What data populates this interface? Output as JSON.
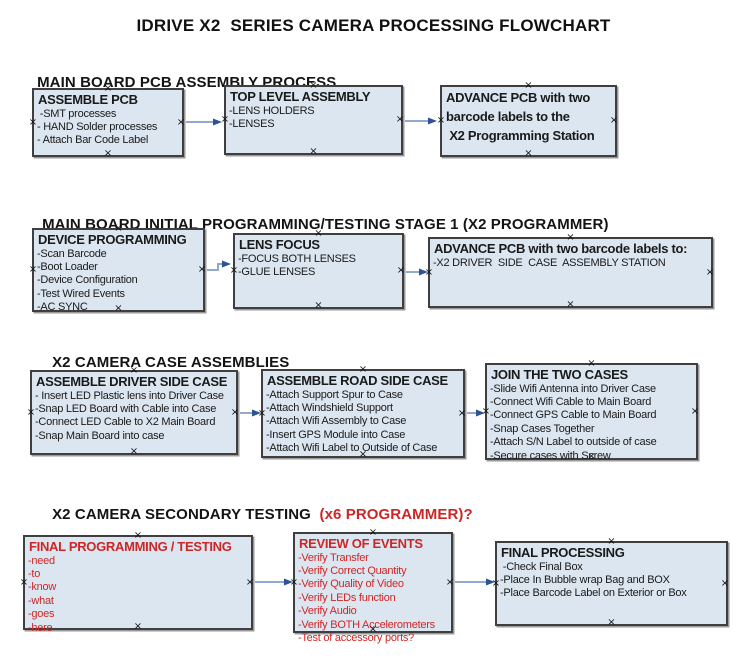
{
  "title": "IDRIVE X2  SERIES CAMERA PROCESSING FLOWCHART",
  "colors": {
    "red": "#cc2727",
    "box-fill": "#dce6f1",
    "box-border": "#3f3f3f",
    "arrow-line": "#92a9cf",
    "arrow-head": "#2e5395"
  },
  "icons": {
    "handle_glyph": "×"
  },
  "sections": [
    {
      "heading": "MAIN BOARD PCB ASSEMBLY PROCESS",
      "boxes": [
        {
          "title": "ASSEMBLE PCB",
          "items": [
            " -SMT processes",
            "- HAND Solder processes",
            "- Attach Bar Code Label"
          ]
        },
        {
          "title": "TOP LEVEL ASSEMBLY",
          "items": [
            "-LENS HOLDERS",
            "-LENSES"
          ]
        },
        {
          "title": "ADVANCE PCB with two\nbarcode labels to the\n X2 Programming Station",
          "items": []
        }
      ]
    },
    {
      "heading": "MAIN BOARD INITIAL PROGRAMMING/TESTING STAGE 1 (X2 PROGRAMMER)",
      "boxes": [
        {
          "title": "DEVICE PROGRAMMING",
          "items": [
            "-Scan Barcode",
            "-Boot Loader",
            "-Device Configuration",
            "-Test Wired Events",
            "-AC SYNC"
          ]
        },
        {
          "title": "LENS FOCUS",
          "items": [
            "-FOCUS BOTH LENSES",
            "-GLUE LENSES"
          ]
        },
        {
          "title": "ADVANCE PCB with two barcode labels to:",
          "items": [
            "-X2 DRIVER  SIDE  CASE  ASSEMBLY STATION"
          ]
        }
      ]
    },
    {
      "heading": "X2 CAMERA CASE ASSEMBLIES",
      "boxes": [
        {
          "title": "ASSEMBLE DRIVER SIDE CASE",
          "items": [
            "- Insert LED Plastic lens into Driver Case",
            "-Snap LED Board with Cable into Case",
            "-Connect LED Cable to X2 Main Board",
            "-Snap Main Board into case"
          ]
        },
        {
          "title": "ASSEMBLE ROAD SIDE CASE",
          "items": [
            "-Attach Support Spur to Case",
            "-Attach Windshield Support",
            "-Attach Wifi Assembly to Case",
            "-Insert GPS Module into Case",
            "-Attach Wifi Label to Outside of Case"
          ]
        },
        {
          "title": "JOIN THE TWO CASES",
          "items": [
            "-Slide Wifi Antenna into Driver Case",
            "-Connect Wifi Cable to Main Board",
            "-Connect GPS Cable to Main Board",
            "-Snap Cases Together",
            "-Attach S/N Label to outside of case",
            "-Secure cases with Screw"
          ]
        }
      ]
    },
    {
      "heading": "X2 CAMERA SECONDARY TESTING  ",
      "heading_red": "(x6 PROGRAMMER)?",
      "boxes": [
        {
          "title": "FINAL PROGRAMMING / TESTING",
          "items": [
            "-need",
            "-to",
            "-know",
            "-what",
            "-goes",
            "-here"
          ]
        },
        {
          "title": "REVIEW OF EVENTS",
          "items": [
            "-Verify Transfer",
            "-Verify Correct Quantity",
            "-Verify Quality of Video",
            "-Verify LEDs function",
            "-Verify Audio",
            "-Verify BOTH Accelerometers",
            "-Test of accessory ports?"
          ]
        },
        {
          "title": "FINAL PROCESSING",
          "items": [
            " -Check Final Box",
            "-Place In Bubble wrap Bag and BOX",
            "-Place Barcode Label on Exterior or Box"
          ]
        }
      ]
    }
  ]
}
